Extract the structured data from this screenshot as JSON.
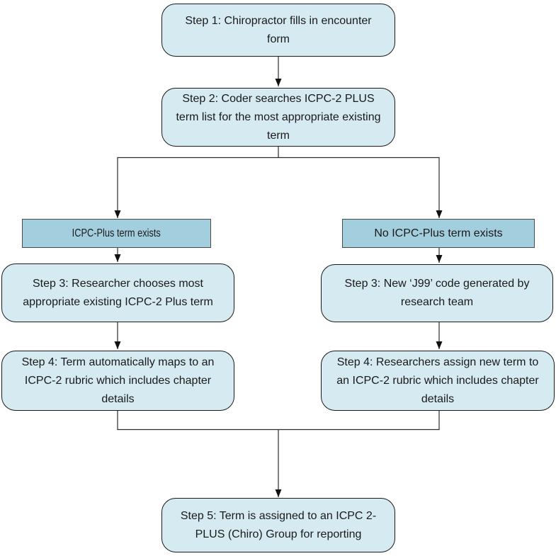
{
  "diagram": {
    "type": "flowchart",
    "background": "#ffffff",
    "colors": {
      "node_fill": "#d6eaf1",
      "node_border": "#1a1a1a",
      "branch_label_fill": "#a3cedd",
      "branch_label_border": "#4a4a4a",
      "connector": "#2b2b2b",
      "text": "#1a1a1a"
    },
    "nodes": {
      "step1": {
        "text": "Step 1: Chiropractor fills in encounter form",
        "lines": [
          "Step 1: Chiropractor fills in encounter",
          "form"
        ]
      },
      "step2": {
        "text": "Step 2: Coder searches ICPC-2 PLUS term list for the most appropriate existing term",
        "lines": [
          "Step 2: Coder searches ICPC-2 PLUS",
          "term list for the most appropriate existing",
          "term"
        ]
      },
      "branch_left": {
        "text": "ICPC-Plus term exists",
        "lines": [
          "ICPC-Plus term exists"
        ]
      },
      "branch_right": {
        "text": "No ICPC-Plus term exists",
        "lines": [
          "No ICPC-Plus term exists"
        ]
      },
      "step3_left": {
        "text": "Step 3: Researcher chooses most appropriate existing ICPC-2 Plus term",
        "lines": [
          "Step 3: Researcher chooses most",
          "appropriate existing ICPC-2 Plus term"
        ]
      },
      "step3_right": {
        "text": "Step 3: New ‘J99’ code generated by research team",
        "lines": [
          "Step 3: New ‘J99’ code generated by",
          "research team"
        ]
      },
      "step4_left": {
        "text": "Step 4: Term automatically maps to an ICPC-2 rubric which includes chapter details",
        "lines": [
          "Step 4: Term automatically maps to an",
          "ICPC-2 rubric which includes chapter",
          "details"
        ]
      },
      "step4_right": {
        "text": "Step 4: Researchers assign new term to an ICPC-2 rubric which includes chapter details",
        "lines": [
          "Step 4: Researchers assign new term to",
          "an ICPC-2 rubric which includes chapter",
          "details"
        ]
      },
      "step5": {
        "text": "Step 5: Term is assigned to an ICPC 2-PLUS (Chiro) Group for reporting",
        "lines": [
          "Step 5: Term is assigned to an ICPC 2-",
          "PLUS (Chiro) Group for reporting"
        ]
      }
    }
  }
}
